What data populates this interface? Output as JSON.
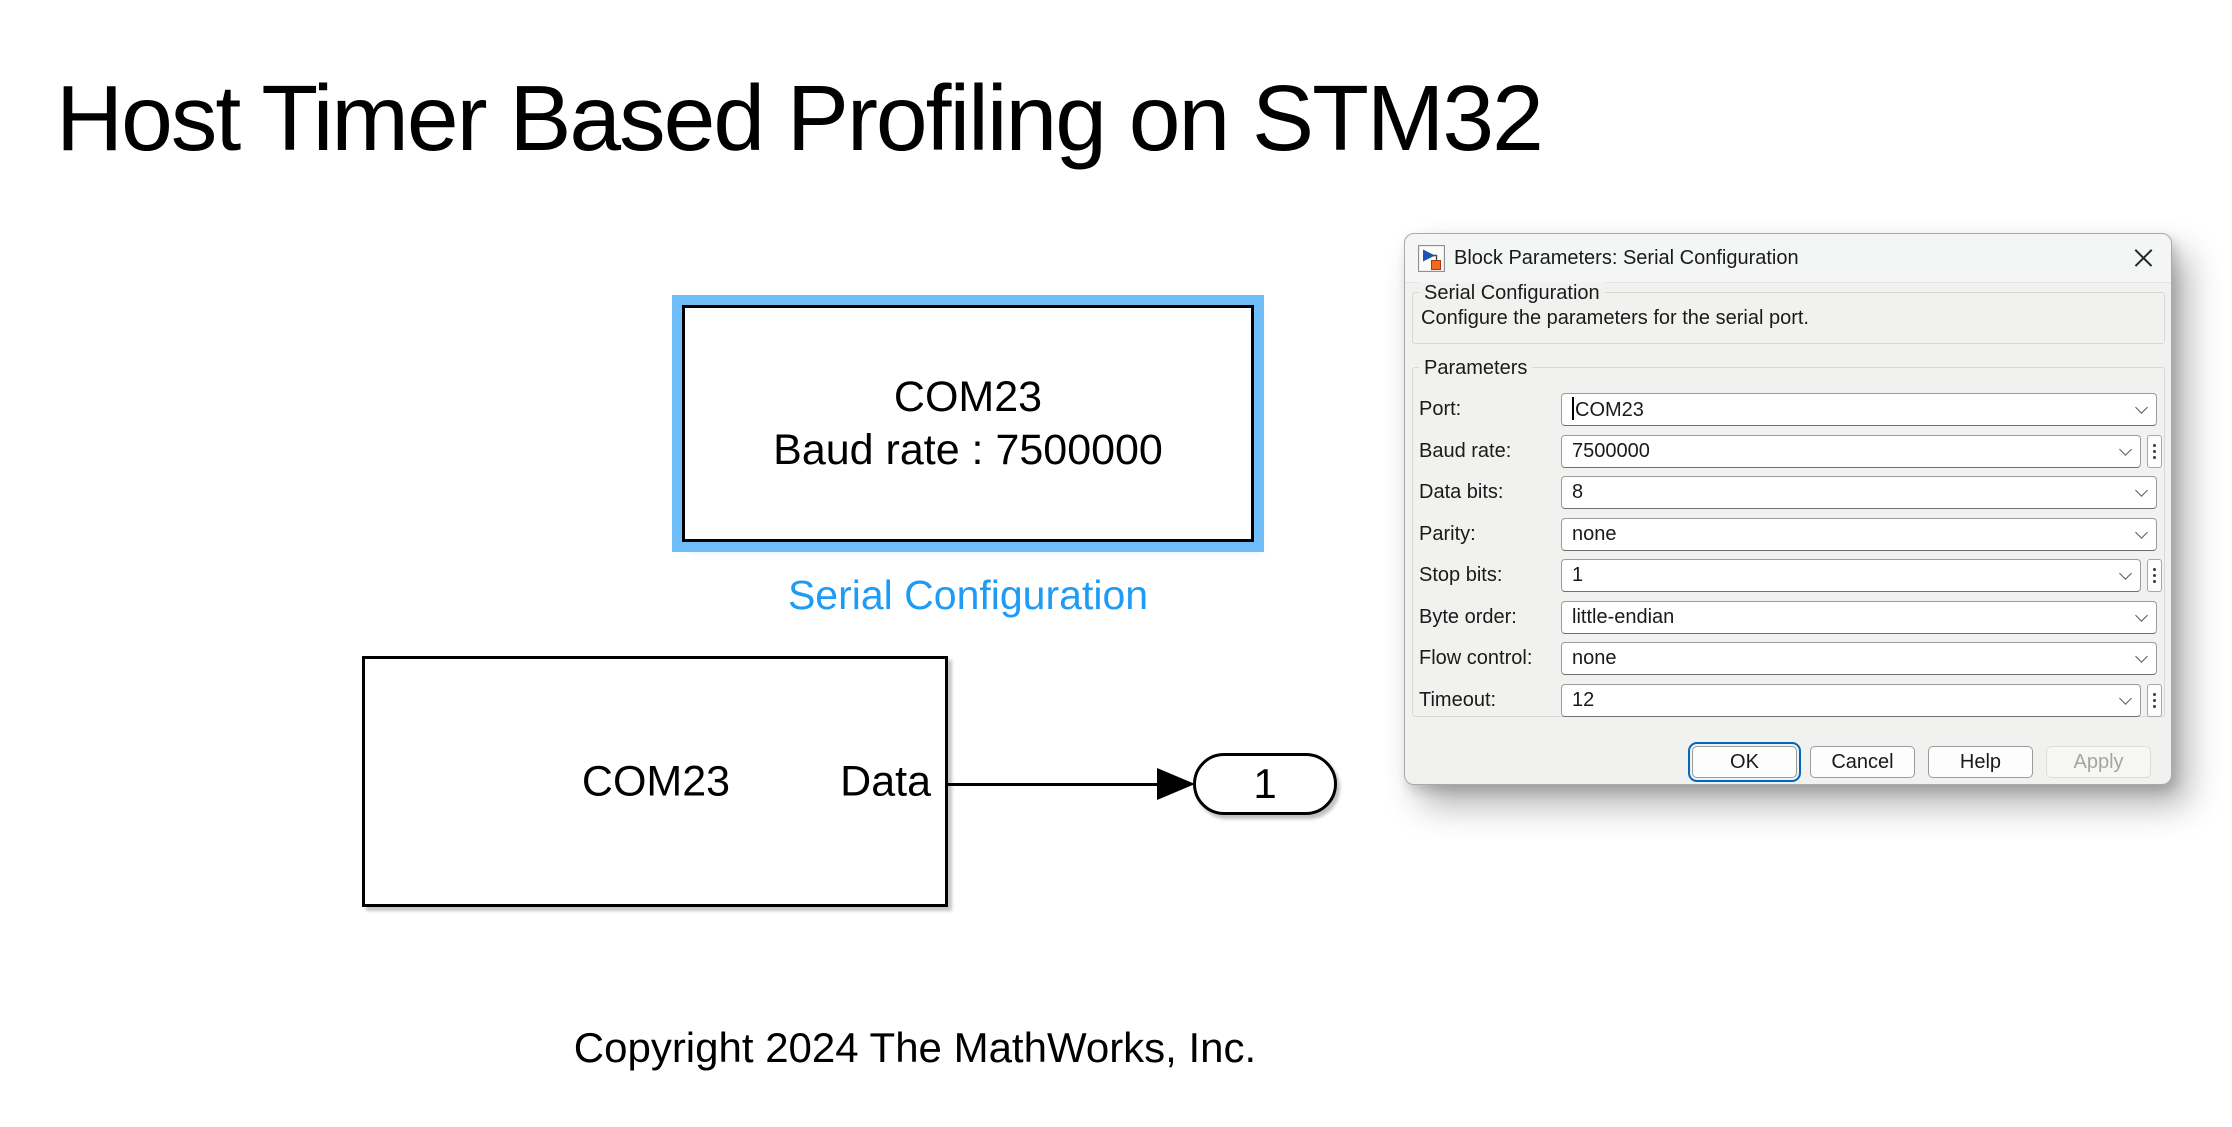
{
  "canvas": {
    "title": "Host Timer Based Profiling on STM32",
    "copyright": "Copyright 2024 The MathWorks, Inc."
  },
  "diagram": {
    "serial_config_block": {
      "line1": "COM23",
      "line2": "Baud rate : 7500000",
      "label": "Serial Configuration"
    },
    "receive_block": {
      "text": "COM23",
      "output_port_label": "Data"
    },
    "outport": {
      "label": "1"
    }
  },
  "dialog": {
    "title": "Block Parameters: Serial Configuration",
    "heading": "Serial Configuration",
    "description": "Configure the parameters for the serial port.",
    "group": "Parameters",
    "fields": [
      {
        "key": "port",
        "label": "Port:",
        "value": "COM23",
        "control": "combobox",
        "focused": true
      },
      {
        "key": "baud-rate",
        "label": "Baud rate:",
        "value": "7500000",
        "control": "stepper"
      },
      {
        "key": "data-bits",
        "label": "Data bits:",
        "value": "8",
        "control": "combobox"
      },
      {
        "key": "parity",
        "label": "Parity:",
        "value": "none",
        "control": "combobox"
      },
      {
        "key": "stop-bits",
        "label": "Stop bits:",
        "value": "1",
        "control": "stepper"
      },
      {
        "key": "byte-order",
        "label": "Byte order:",
        "value": "little-endian",
        "control": "combobox"
      },
      {
        "key": "flow-control",
        "label": "Flow control:",
        "value": "none",
        "control": "combobox"
      },
      {
        "key": "timeout",
        "label": "Timeout:",
        "value": "12",
        "control": "stepper"
      }
    ],
    "buttons": [
      {
        "key": "ok",
        "label": "OK",
        "primary": true,
        "disabled": false
      },
      {
        "key": "cancel",
        "label": "Cancel",
        "primary": false,
        "disabled": false
      },
      {
        "key": "help",
        "label": "Help",
        "primary": false,
        "disabled": false
      },
      {
        "key": "apply",
        "label": "Apply",
        "primary": false,
        "disabled": true
      }
    ]
  },
  "icons": {
    "dialog_icon": "simulink-block-icon",
    "close": "close-icon (✕)",
    "dropdown": "chevron-down-icon (⌄)",
    "numeric_stepper": "vertical-dots-icon (⋮)",
    "wire_arrow": "arrowhead-icon (▶)"
  },
  "colors": {
    "selection_outline": "#70BEF9",
    "block_label_blue": "#1E9BF5",
    "ok_focus_ring": "#0067C0",
    "dialog_background": "#F1F1EF"
  }
}
